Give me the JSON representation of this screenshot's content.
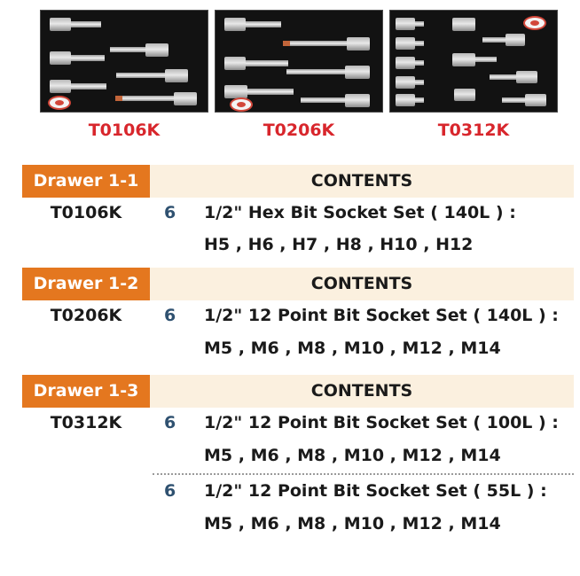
{
  "products": [
    {
      "code": "T0106K"
    },
    {
      "code": "T0206K"
    },
    {
      "code": "T0312K"
    }
  ],
  "contents_header": "CONTENTS",
  "drawers": [
    {
      "label": "Drawer 1-1",
      "code": "T0106K",
      "items": [
        {
          "qty": "6",
          "desc": "1/2\" Hex Bit Socket Set  ( 140L ) :",
          "sizes": "H5 , H6 , H7 , H8 , H10 , H12"
        }
      ]
    },
    {
      "label": "Drawer 1-2",
      "code": "T0206K",
      "items": [
        {
          "qty": "6",
          "desc": "1/2\" 12 Point Bit Socket Set ( 140L ) :",
          "sizes": "M5 , M6 , M8 , M10 , M12 , M14"
        }
      ]
    },
    {
      "label": "Drawer 1-3",
      "code": "T0312K",
      "items": [
        {
          "qty": "6",
          "desc": "1/2\" 12 Point Bit Socket Set ( 100L ) :",
          "sizes": "M5 , M6 , M8 , M10 , M12 , M14"
        },
        {
          "qty": "6",
          "desc": "1/2\" 12 Point Bit Socket Set ( 55L ) :",
          "sizes": "M5 , M6 , M8 , M10 , M12 , M14"
        }
      ]
    }
  ],
  "colors": {
    "drawer_tag": "#e4771f",
    "contents_bar": "#fbf0df",
    "code_label": "#d8262c",
    "qty": "#2f5170"
  }
}
